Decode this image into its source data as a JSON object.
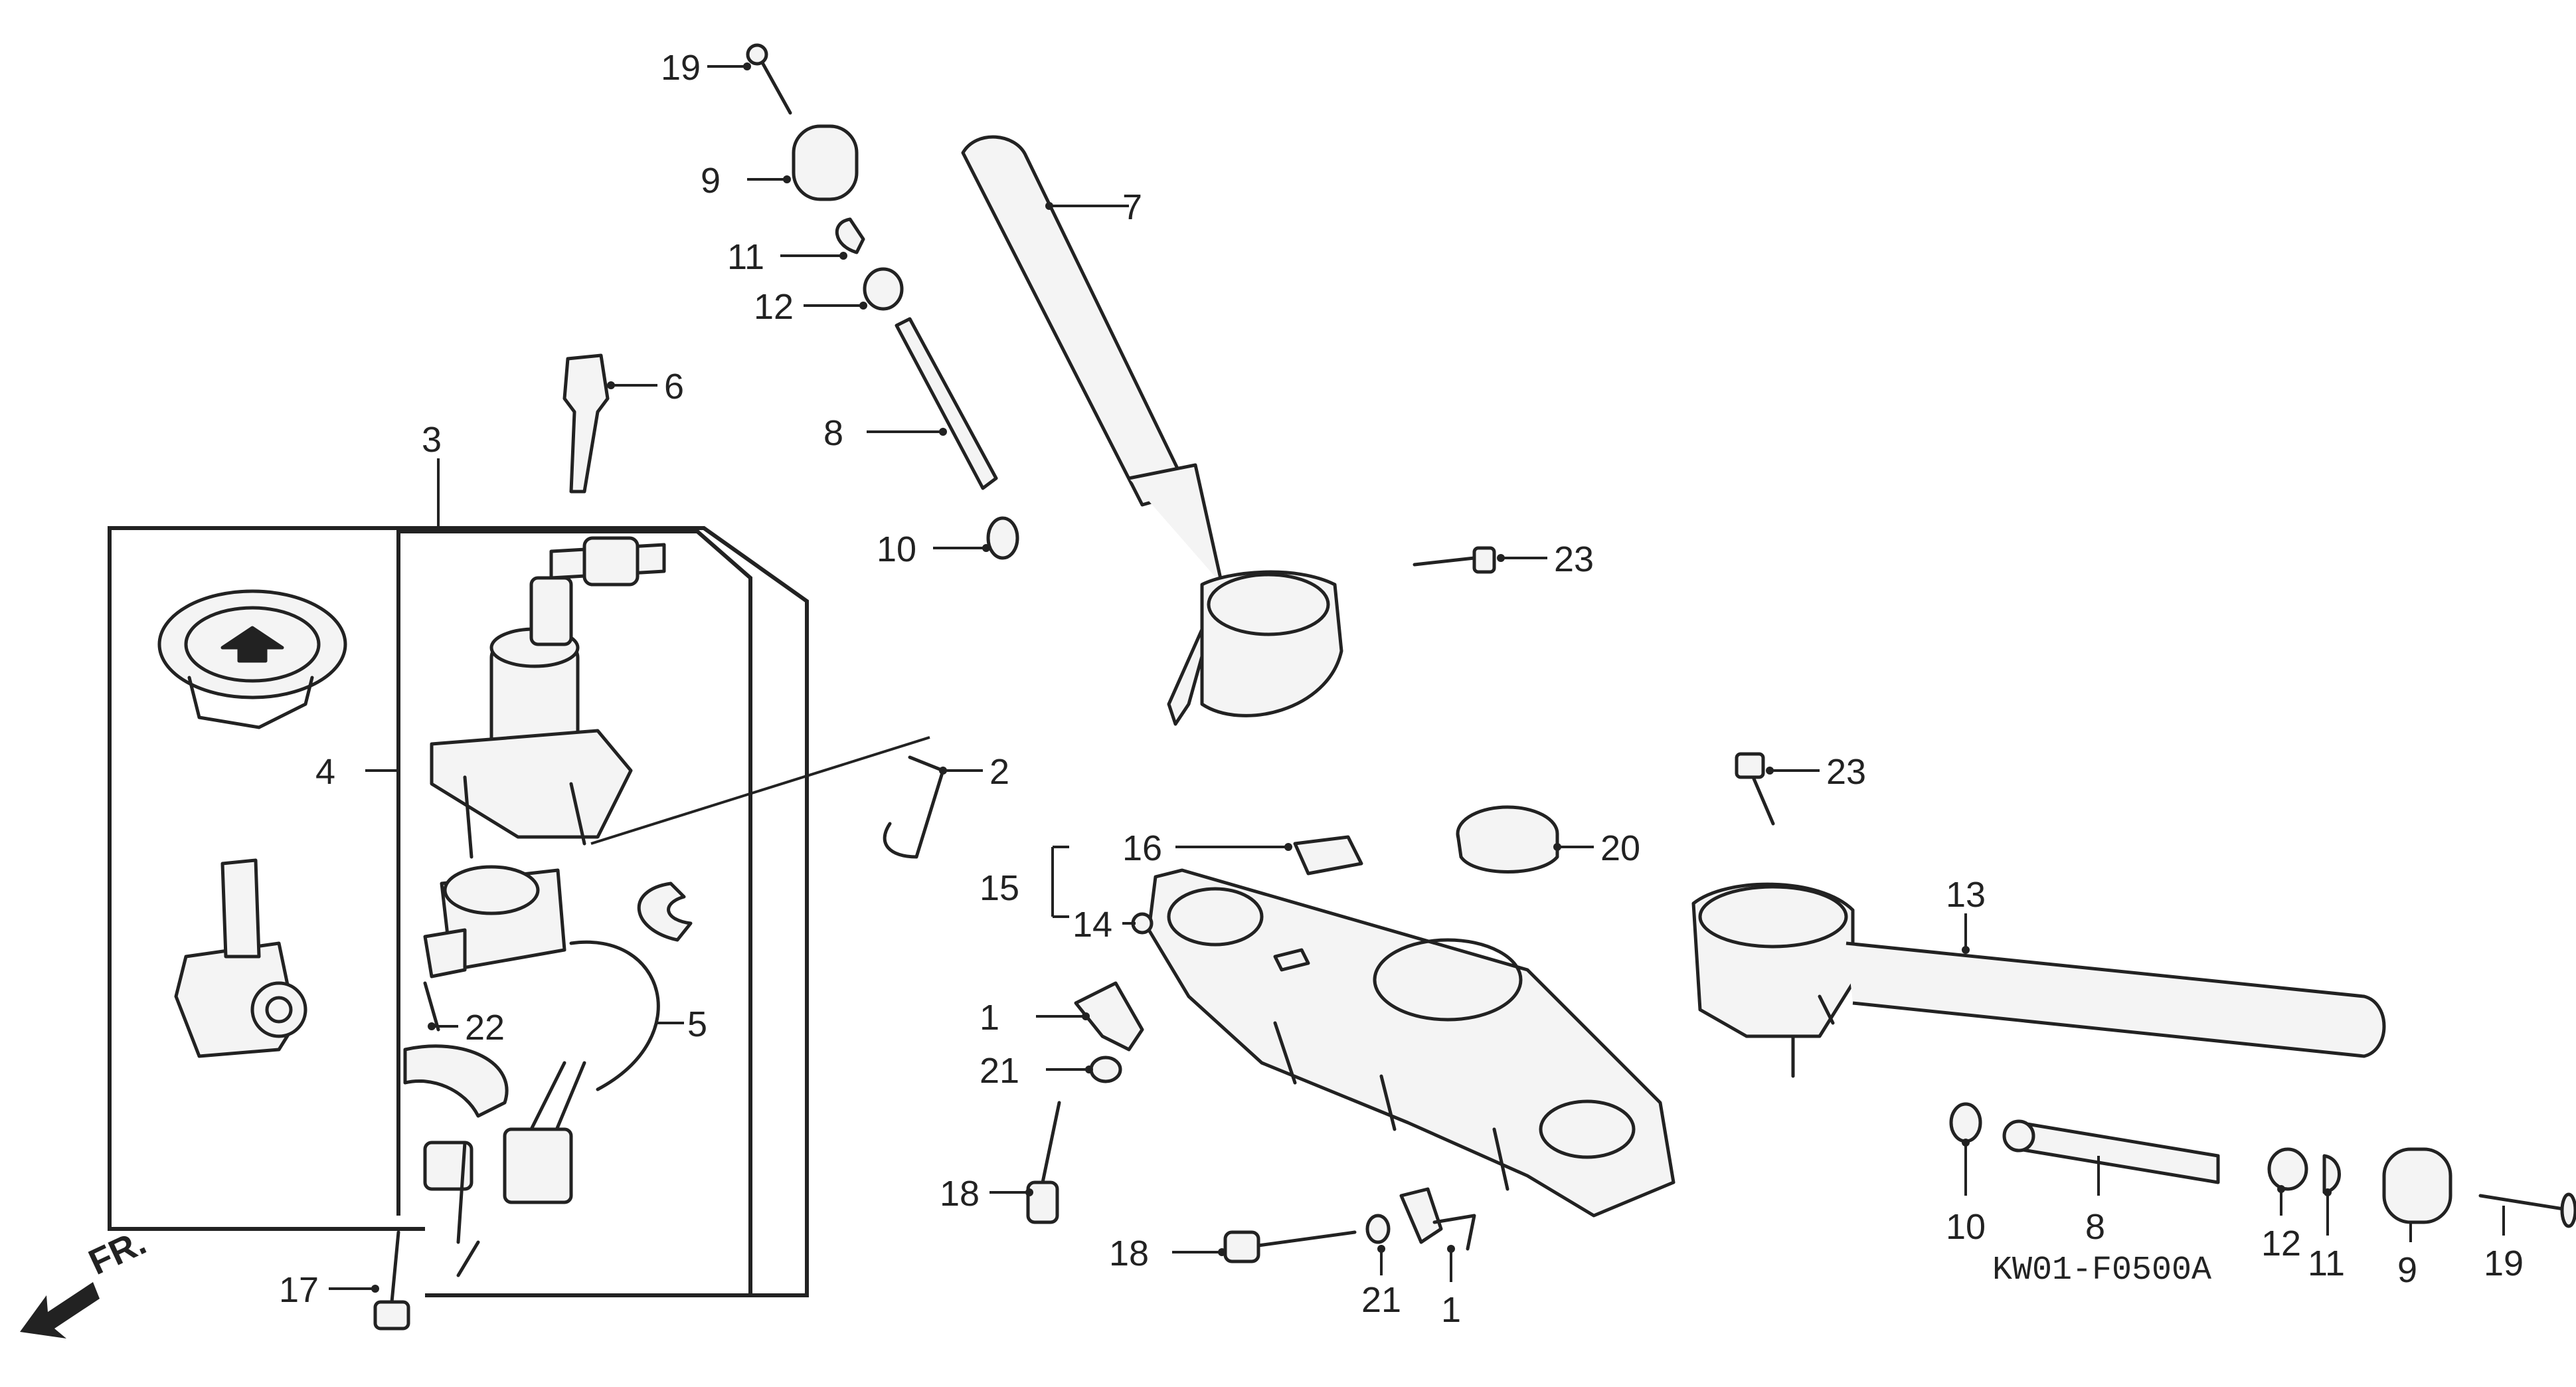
{
  "diagram": {
    "code": "KW01-F0500A",
    "direction_arrow": "FR.",
    "callouts": {
      "c19a": "19",
      "c9a": "9",
      "c11a": "11",
      "c12a": "12",
      "c8a": "8",
      "c10a": "10",
      "c6": "6",
      "c7": "7",
      "c3": "3",
      "c23a": "23",
      "c23b": "23",
      "c4": "4",
      "c2": "2",
      "c16": "16",
      "c15": "15",
      "c14": "14",
      "c20": "20",
      "c13": "13",
      "c22": "22",
      "c5": "5",
      "c1a": "1",
      "c21a": "21",
      "c18a": "18",
      "c17": "17",
      "c18b": "18",
      "c21b": "21",
      "c1b": "1",
      "c10b": "10",
      "c8b": "8",
      "c12b": "12",
      "c11b": "11",
      "c9b": "9",
      "c19b": "19"
    }
  }
}
